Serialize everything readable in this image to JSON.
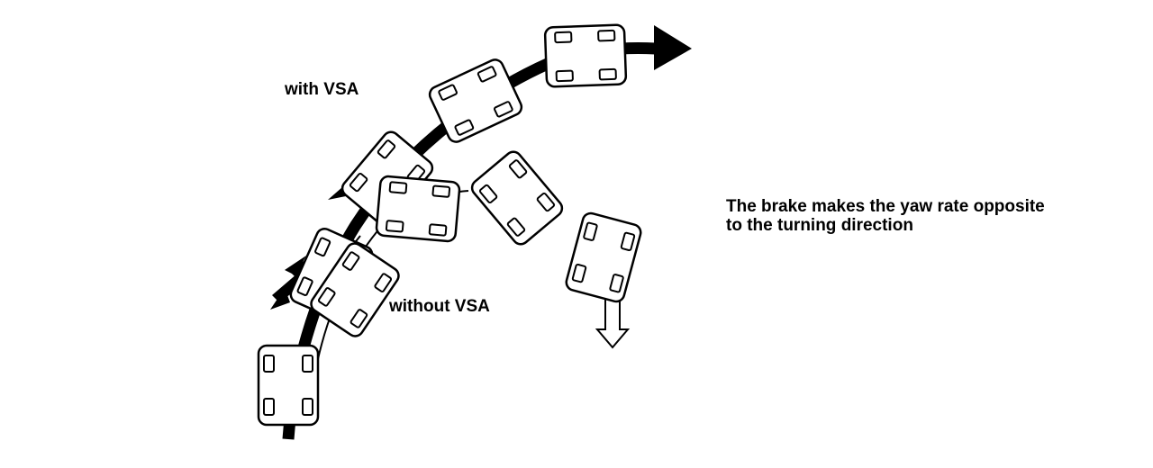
{
  "labels": {
    "with": "with VSA",
    "without": "without VSA"
  },
  "caption": {
    "line1": "The brake makes the yaw rate opposite",
    "line2": "to the turning direction"
  }
}
